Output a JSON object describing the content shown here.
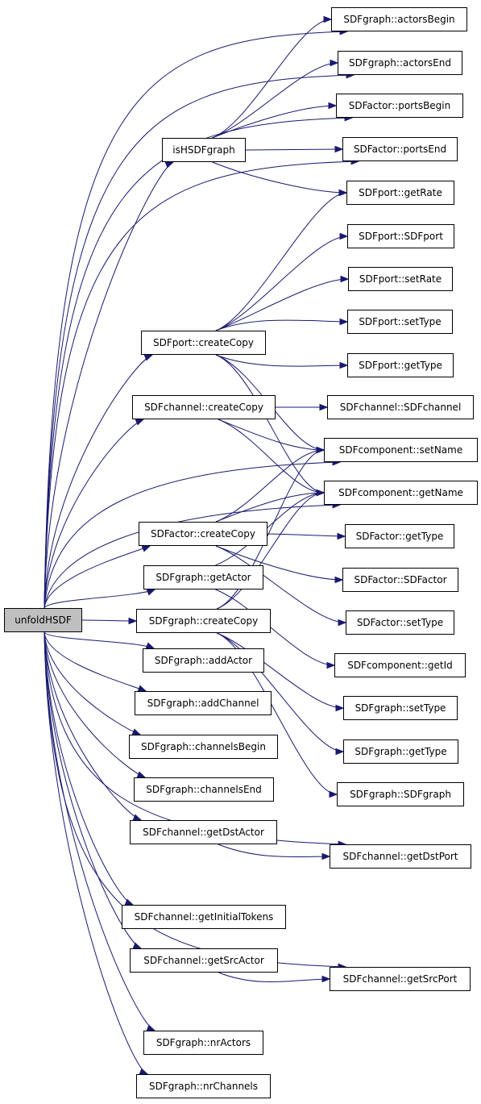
{
  "graph": {
    "root": {
      "id": "unfoldHSDF",
      "label": "unfoldHSDF"
    },
    "nodes": [
      {
        "id": "isHSDFgraph",
        "label": "isHSDFgraph"
      },
      {
        "id": "g_actorsBegin",
        "label": "SDFgraph::actorsBegin"
      },
      {
        "id": "g_actorsEnd",
        "label": "SDFgraph::actorsEnd"
      },
      {
        "id": "a_portsBegin",
        "label": "SDFactor::portsBegin"
      },
      {
        "id": "a_portsEnd",
        "label": "SDFactor::portsEnd"
      },
      {
        "id": "p_getRate",
        "label": "SDFport::getRate"
      },
      {
        "id": "p_SDFport",
        "label": "SDFport::SDFport"
      },
      {
        "id": "p_setRate",
        "label": "SDFport::setRate"
      },
      {
        "id": "p_setType",
        "label": "SDFport::setType"
      },
      {
        "id": "p_getType",
        "label": "SDFport::getType"
      },
      {
        "id": "p_createCopy",
        "label": "SDFport::createCopy"
      },
      {
        "id": "c_createCopy",
        "label": "SDFchannel::createCopy"
      },
      {
        "id": "c_SDFchannel",
        "label": "SDFchannel::SDFchannel"
      },
      {
        "id": "comp_setName",
        "label": "SDFcomponent::setName"
      },
      {
        "id": "comp_getName",
        "label": "SDFcomponent::getName"
      },
      {
        "id": "a_createCopy",
        "label": "SDFactor::createCopy"
      },
      {
        "id": "a_getType",
        "label": "SDFactor::getType"
      },
      {
        "id": "g_getActor",
        "label": "SDFgraph::getActor"
      },
      {
        "id": "a_SDFactor",
        "label": "SDFactor::SDFactor"
      },
      {
        "id": "g_createCopy",
        "label": "SDFgraph::createCopy"
      },
      {
        "id": "a_setType",
        "label": "SDFactor::setType"
      },
      {
        "id": "g_addActor",
        "label": "SDFgraph::addActor"
      },
      {
        "id": "comp_getId",
        "label": "SDFcomponent::getId"
      },
      {
        "id": "g_addChannel",
        "label": "SDFgraph::addChannel"
      },
      {
        "id": "g_setType",
        "label": "SDFgraph::setType"
      },
      {
        "id": "g_channelsBegin",
        "label": "SDFgraph::channelsBegin"
      },
      {
        "id": "g_getType",
        "label": "SDFgraph::getType"
      },
      {
        "id": "g_channelsEnd",
        "label": "SDFgraph::channelsEnd"
      },
      {
        "id": "g_SDFgraph",
        "label": "SDFgraph::SDFgraph"
      },
      {
        "id": "c_getDstActor",
        "label": "SDFchannel::getDstActor"
      },
      {
        "id": "c_getDstPort",
        "label": "SDFchannel::getDstPort"
      },
      {
        "id": "c_getInitialTokens",
        "label": "SDFchannel::getInitialTokens"
      },
      {
        "id": "c_getSrcActor",
        "label": "SDFchannel::getSrcActor"
      },
      {
        "id": "c_getSrcPort",
        "label": "SDFchannel::getSrcPort"
      },
      {
        "id": "g_nrActors",
        "label": "SDFgraph::nrActors"
      },
      {
        "id": "g_nrChannels",
        "label": "SDFgraph::nrChannels"
      }
    ],
    "edges": [
      [
        "unfoldHSDF",
        "g_actorsBegin"
      ],
      [
        "unfoldHSDF",
        "g_actorsEnd"
      ],
      [
        "unfoldHSDF",
        "a_portsBegin"
      ],
      [
        "unfoldHSDF",
        "isHSDFgraph"
      ],
      [
        "unfoldHSDF",
        "a_portsEnd"
      ],
      [
        "unfoldHSDF",
        "p_createCopy"
      ],
      [
        "unfoldHSDF",
        "c_createCopy"
      ],
      [
        "unfoldHSDF",
        "comp_setName"
      ],
      [
        "unfoldHSDF",
        "comp_getName"
      ],
      [
        "unfoldHSDF",
        "a_createCopy"
      ],
      [
        "unfoldHSDF",
        "g_getActor"
      ],
      [
        "unfoldHSDF",
        "g_createCopy"
      ],
      [
        "unfoldHSDF",
        "g_addActor"
      ],
      [
        "unfoldHSDF",
        "g_addChannel"
      ],
      [
        "unfoldHSDF",
        "g_channelsBegin"
      ],
      [
        "unfoldHSDF",
        "g_channelsEnd"
      ],
      [
        "unfoldHSDF",
        "c_getDstActor"
      ],
      [
        "unfoldHSDF",
        "c_getDstPort"
      ],
      [
        "unfoldHSDF",
        "c_getInitialTokens"
      ],
      [
        "unfoldHSDF",
        "c_getSrcActor"
      ],
      [
        "unfoldHSDF",
        "c_getSrcPort"
      ],
      [
        "unfoldHSDF",
        "g_nrActors"
      ],
      [
        "unfoldHSDF",
        "g_nrChannels"
      ],
      [
        "isHSDFgraph",
        "g_actorsBegin"
      ],
      [
        "isHSDFgraph",
        "g_actorsEnd"
      ],
      [
        "isHSDFgraph",
        "a_portsBegin"
      ],
      [
        "isHSDFgraph",
        "a_portsEnd"
      ],
      [
        "isHSDFgraph",
        "p_getRate"
      ],
      [
        "p_createCopy",
        "p_getRate"
      ],
      [
        "p_createCopy",
        "p_SDFport"
      ],
      [
        "p_createCopy",
        "p_setRate"
      ],
      [
        "p_createCopy",
        "p_setType"
      ],
      [
        "p_createCopy",
        "p_getType"
      ],
      [
        "p_createCopy",
        "comp_setName"
      ],
      [
        "p_createCopy",
        "comp_getName"
      ],
      [
        "c_createCopy",
        "c_SDFchannel"
      ],
      [
        "c_createCopy",
        "comp_setName"
      ],
      [
        "c_createCopy",
        "comp_getName"
      ],
      [
        "a_createCopy",
        "comp_setName"
      ],
      [
        "a_createCopy",
        "comp_getName"
      ],
      [
        "a_createCopy",
        "a_getType"
      ],
      [
        "a_createCopy",
        "a_SDFactor"
      ],
      [
        "a_createCopy",
        "a_setType"
      ],
      [
        "g_getActor",
        "comp_getName"
      ],
      [
        "g_getActor",
        "comp_getId"
      ],
      [
        "g_createCopy",
        "comp_setName"
      ],
      [
        "g_createCopy",
        "comp_getName"
      ],
      [
        "g_createCopy",
        "g_setType"
      ],
      [
        "g_createCopy",
        "g_getType"
      ],
      [
        "g_createCopy",
        "g_SDFgraph"
      ],
      [
        "c_getDstActor",
        "c_getDstPort"
      ],
      [
        "c_getSrcActor",
        "c_getSrcPort"
      ]
    ]
  }
}
